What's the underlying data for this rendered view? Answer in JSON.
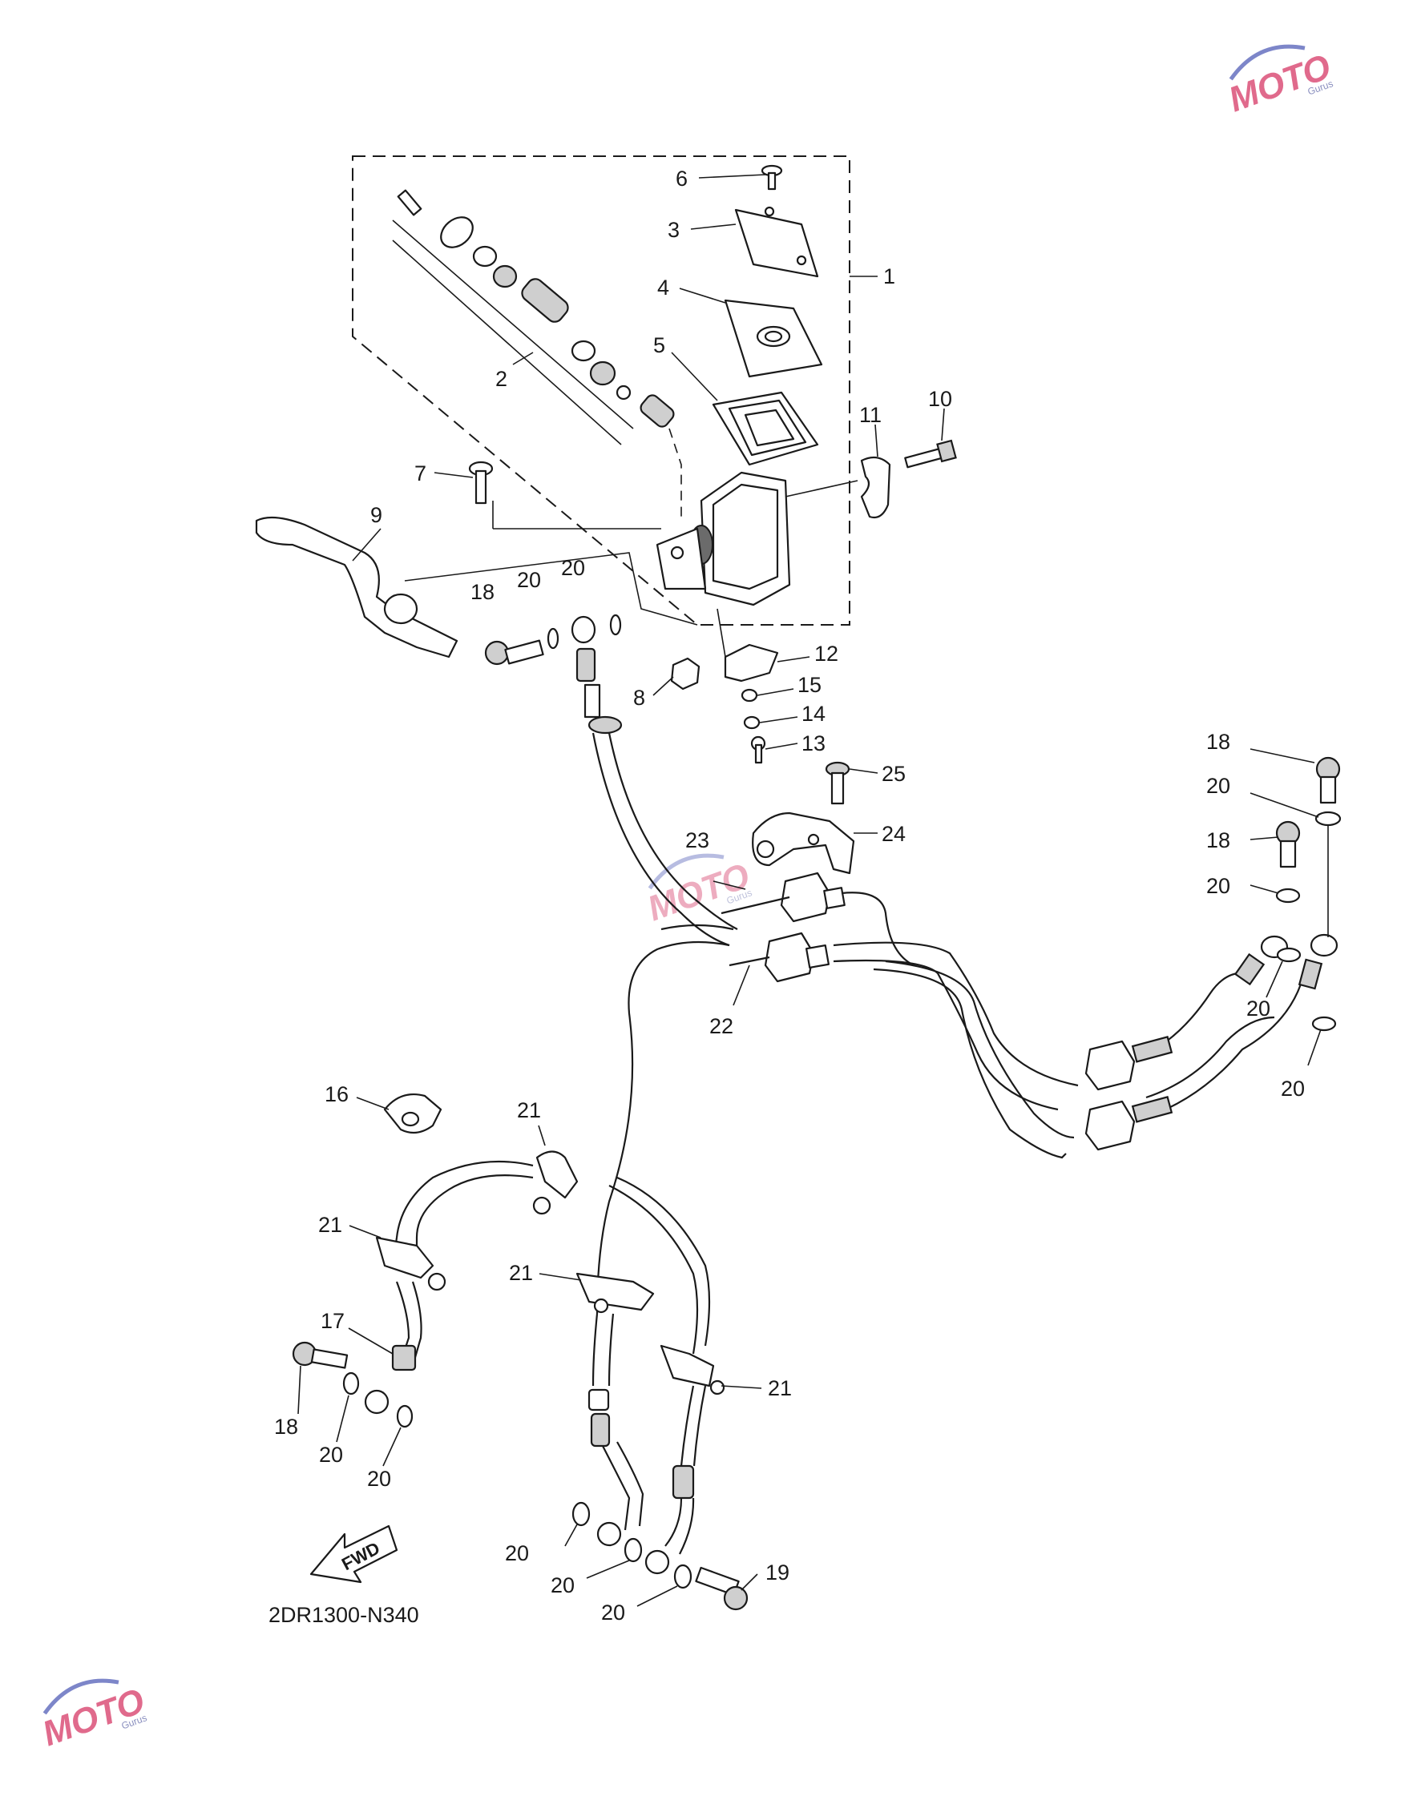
{
  "diagram": {
    "code": "2DR1300-N340",
    "fwd_label": "FWD",
    "watermark": {
      "text": "MOTO",
      "sub": "Gurus"
    },
    "callouts": {
      "c1": "1",
      "c2": "2",
      "c3": "3",
      "c4": "4",
      "c5": "5",
      "c6": "6",
      "c7": "7",
      "c8": "8",
      "c9": "9",
      "c10": "10",
      "c11": "11",
      "c12": "12",
      "c13": "13",
      "c14": "14",
      "c15": "15",
      "c16": "16",
      "c17": "17",
      "c18": "18",
      "c19": "19",
      "c20": "20",
      "c21": "21",
      "c22": "22",
      "c23": "23",
      "c24": "24",
      "c25": "25"
    }
  }
}
